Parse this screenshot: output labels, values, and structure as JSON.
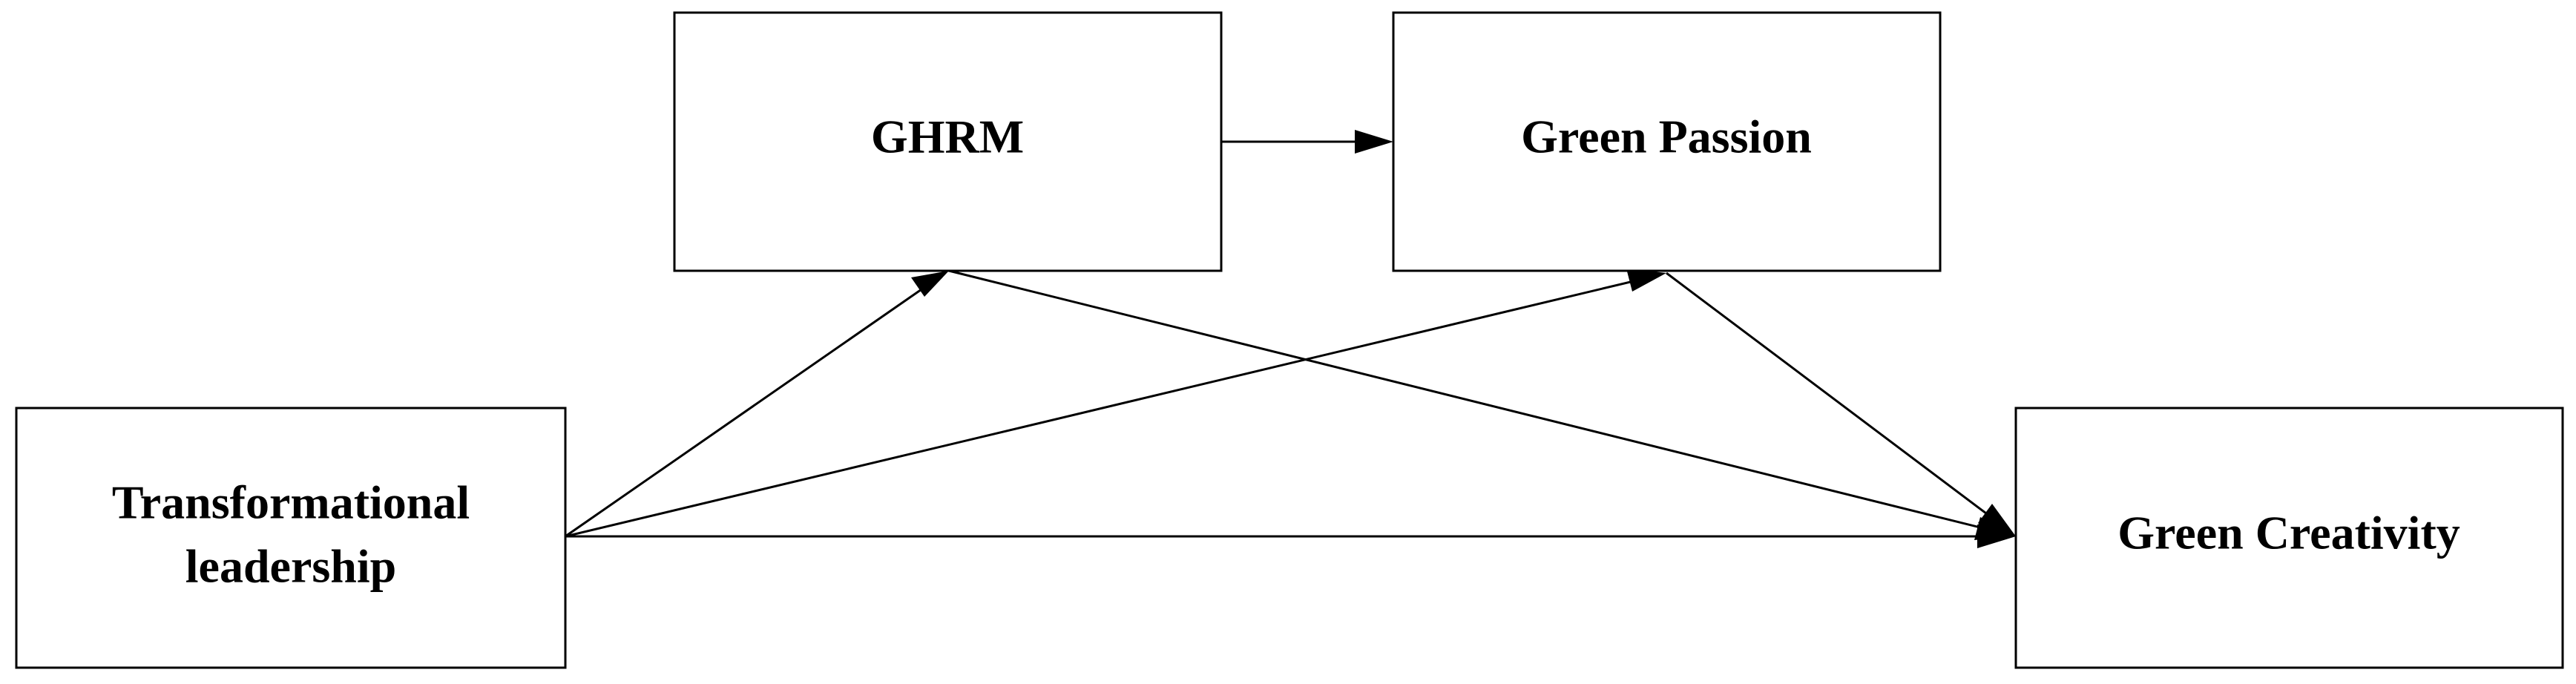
{
  "diagram": {
    "nodes": {
      "ghrm": {
        "label": "GHRM"
      },
      "green_passion": {
        "label": "Green Passion"
      },
      "transformational_leadership": {
        "label_line1": "Transformational",
        "label_line2": "leadership"
      },
      "green_creativity": {
        "label": "Green Creativity"
      }
    },
    "edges": [
      {
        "from": "GHRM",
        "to": "Green Passion"
      },
      {
        "from": "Transformational leadership",
        "to": "GHRM"
      },
      {
        "from": "Transformational leadership",
        "to": "Green Passion"
      },
      {
        "from": "Transformational leadership",
        "to": "Green Creativity"
      },
      {
        "from": "GHRM",
        "to": "Green Creativity"
      },
      {
        "from": "Green Passion",
        "to": "Green Creativity"
      }
    ]
  }
}
